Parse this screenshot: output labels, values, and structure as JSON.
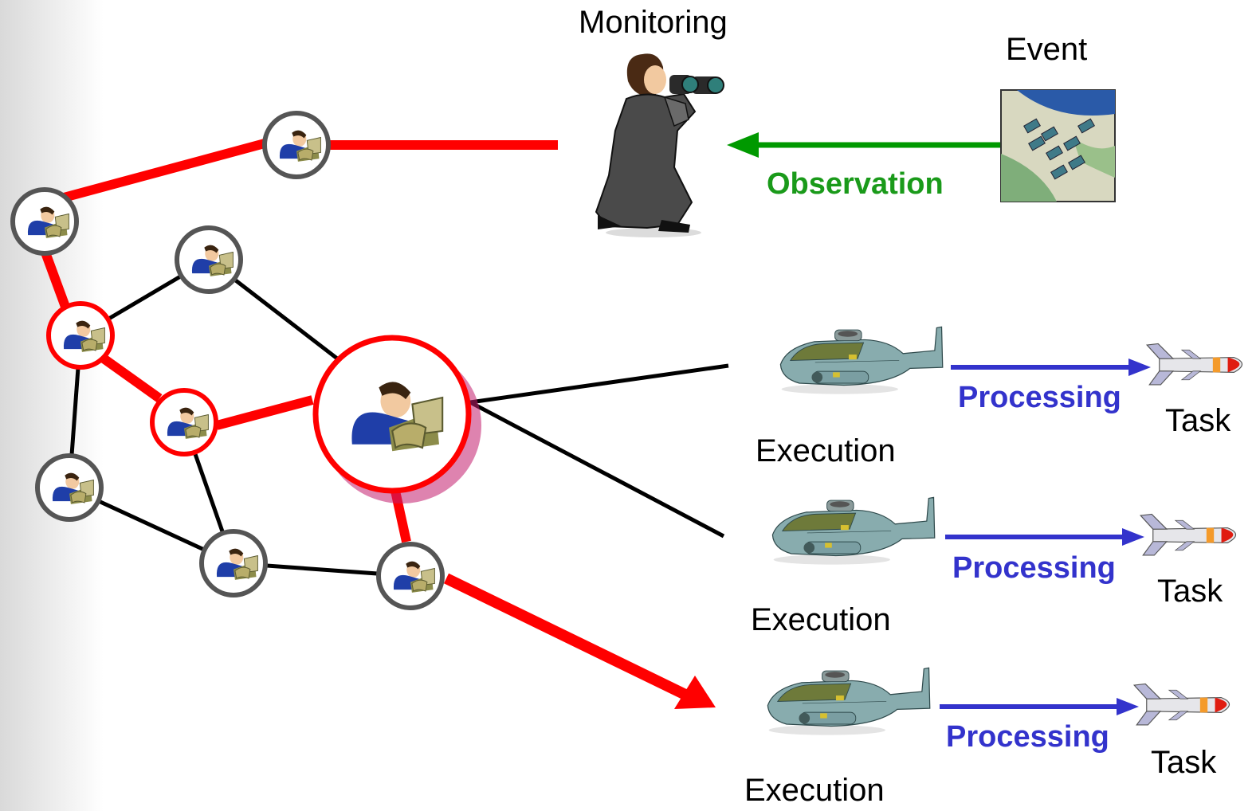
{
  "labels": {
    "monitoring": "Monitoring",
    "event": "Event",
    "observation": "Observation",
    "execution": "Execution",
    "processing": "Processing",
    "task": "Task"
  },
  "colors": {
    "highlight_path": "#ff0000",
    "network_link": "#000000",
    "observation_arrow": "#009900",
    "processing_arrow": "#3333cc",
    "node_ring_default": "#555555",
    "node_ring_highlight": "#ff0000"
  },
  "icons": {
    "node": "operator-at-desk-icon",
    "central_node": "commander-at-desk-icon",
    "monitor": "person-with-binoculars-icon",
    "event": "aerial-base-map-icon",
    "executor": "helicopter-icon",
    "task": "missile-icon"
  }
}
